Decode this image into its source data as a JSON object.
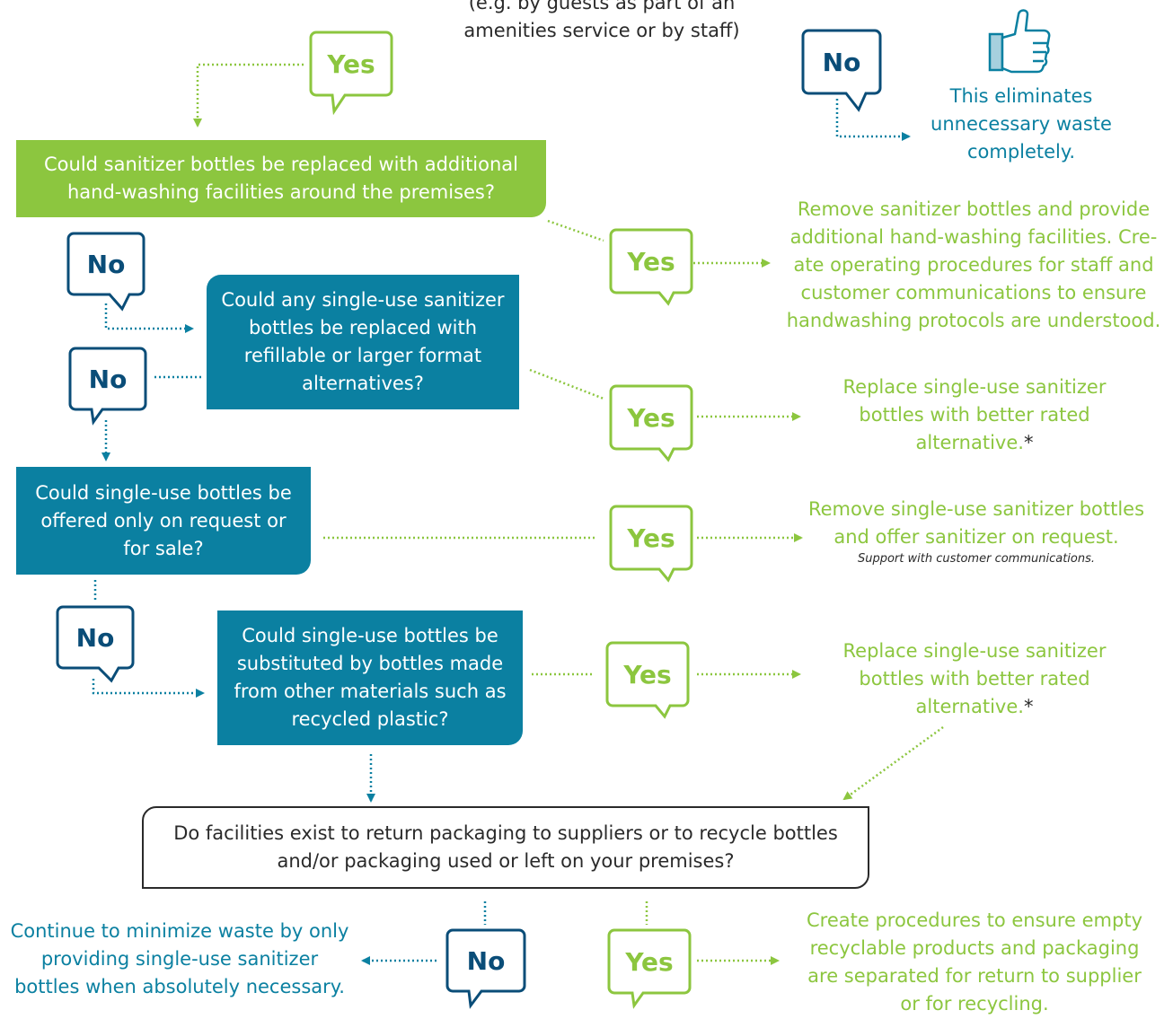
{
  "header_text": {
    "line1": "(e.g. by guests as part of an",
    "line2": "amenities service or by staff)"
  },
  "bubbles": {
    "yes": "Yes",
    "no": "No"
  },
  "questions": {
    "q1": {
      "line1": "Could sanitizer bottles be replaced with additional",
      "line2": "hand-washing facilities around the premises?"
    },
    "q2": {
      "line1": "Could any single-use sanitizer",
      "line2": "bottles be replaced with",
      "line3": "refillable or larger format",
      "line4": "alternatives?"
    },
    "q3": {
      "line1": "Could single-use bottles be",
      "line2": "offered only on request or",
      "line3": "for sale?"
    },
    "q4": {
      "line1": "Could single-use bottles be",
      "line2": "substituted by bottles made",
      "line3": "from other materials such as",
      "line4": "recycled plastic?"
    },
    "q5": {
      "line1": "Do facilities exist to return packaging to suppliers or to recycle bottles",
      "line2": "and/or packaging used or left on your premises?"
    }
  },
  "outcomes": {
    "eliminate": {
      "line1": "This eliminates",
      "line2": "unnecessary waste",
      "line3": "completely."
    },
    "remove_provide": {
      "line1": "Remove sanitizer bottles and provide",
      "line2": "additional hand-washing facilities. Cre-",
      "line3": "ate operating procedures for staff and",
      "line4": "customer communications to ensure",
      "line5": "handwashing protocols are understood."
    },
    "replace_1": {
      "line1": "Replace single-use sanitizer",
      "line2": "bottles with better rated",
      "line3": "alternative.",
      "asterisk": "*"
    },
    "remove_offer": {
      "line1": "Remove single-use sanitizer bottles",
      "line2": "and offer sanitizer on request.",
      "note": "Support with customer communications."
    },
    "replace_2": {
      "line1": "Replace single-use sanitizer",
      "line2": "bottles with better rated",
      "line3": "alternative.",
      "asterisk": "*"
    },
    "continue": {
      "line1": "Continue to minimize waste by only",
      "line2": "providing single-use sanitizer",
      "line3": "bottles when absolutely necessary."
    },
    "create_procedures": {
      "line1": "Create procedures to ensure empty",
      "line2": "recyclable products and packaging",
      "line3": "are separated for return to supplier",
      "line4": "or for recycling."
    }
  },
  "colors": {
    "green": "#8cc63f",
    "teal": "#0b80a1",
    "navy": "#0a4d78",
    "dark": "#2a2a2a",
    "thumb_light": "#a6d0de"
  },
  "icons": {
    "thumbs_up": "thumbs-up-icon"
  }
}
